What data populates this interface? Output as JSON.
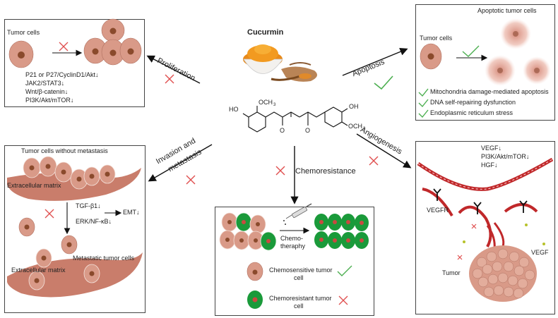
{
  "center": {
    "title": "Cucurmin",
    "molecule_labels": {
      "oh_left": "HO",
      "och3_left": "OCH",
      "oh_right": "OH",
      "och3_right": "OCH",
      "sub3": "3",
      "o1": "O",
      "o2": "O"
    }
  },
  "arrows": {
    "proliferation": "Proliferation",
    "apoptosis": "Apoptosis",
    "invasion_line1": "Invasion and",
    "invasion_line2": "metastasis",
    "angiogenesis": "Angiogenesis",
    "chemoresistance": "Chemoresistance"
  },
  "proliferation_box": {
    "label": "Tumor cells",
    "pathways": [
      "P21 or P27/CyclinD1/Akt↓",
      "JAK2/STAT3↓",
      "Wnt/β-catenin↓",
      "PI3K/Akt/mTOR↓"
    ]
  },
  "apoptosis_box": {
    "label_apoptotic": "Apoptotic tumor cells",
    "label_tumor": "Tumor cells",
    "effects": [
      "Mitochondria damage-mediated apoptosis",
      "DNA self-repairing dysfunction",
      "Endoplasmic reticulum stress"
    ]
  },
  "invasion_box": {
    "label_top": "Tumor cells without metastasis",
    "label_ecm_top": "Extracellular matrix",
    "pathway1": "TGF-β1↓",
    "pathway2": "ERK/NF-κB↓",
    "emt": "EMT↓",
    "label_metastatic": "Metastatic tumor cells",
    "label_ecm_bottom": "Extracellular matrix"
  },
  "chemo_box": {
    "drug_line1": "Chemo-",
    "drug_line2": "theraphy",
    "legend_sensitive_1": "Chemosensitive tumor",
    "legend_sensitive_2": "cell",
    "legend_resistant_1": "Chemoresistant tumor",
    "legend_resistant_2": "cell"
  },
  "angio_box": {
    "pathways": [
      "VEGF↓",
      "PI3K/Akt/mTOR↓",
      "HGF↓"
    ],
    "vegfr": "VEGFR",
    "vegf": "VEGF",
    "tumor": "Tumor"
  },
  "colors": {
    "cell_fill": "#d99a88",
    "cell_nucleus": "#8a4a2c",
    "resistant_green": "#1a9a3a",
    "check_green": "#4caf50",
    "cross_red": "#e05050",
    "vessel_red": "#c0282a"
  }
}
